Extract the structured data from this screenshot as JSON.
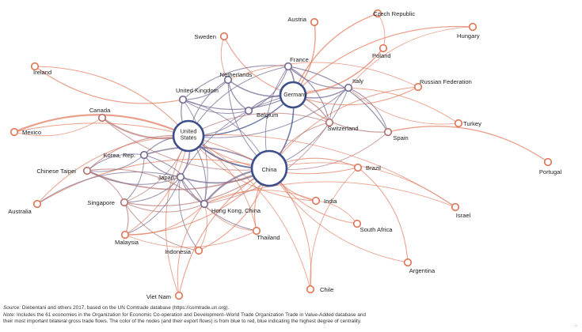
{
  "colors": {
    "blue_node": "#3d4f8a",
    "red_node": "#e0795b",
    "blue_edge": "#5a6aa8",
    "red_edge": "#e0795b",
    "mid_edge": "#9a7390"
  },
  "nodes": [
    {
      "id": "china",
      "label": "China",
      "tier": 3,
      "hub": true
    },
    {
      "id": "us",
      "label": "United States",
      "tier": 3,
      "hub": true
    },
    {
      "id": "germany",
      "label": "Germany",
      "tier": 3,
      "hub": true
    },
    {
      "id": "japan",
      "label": "Japan",
      "tier": 2
    },
    {
      "id": "hk",
      "label": "Hong Kong, China",
      "tier": 2
    },
    {
      "id": "korea",
      "label": "Korea, Rep.",
      "tier": 2
    },
    {
      "id": "netherlands",
      "label": "Netherlands",
      "tier": 2
    },
    {
      "id": "france",
      "label": "France",
      "tier": 2
    },
    {
      "id": "uk",
      "label": "United Kingdom",
      "tier": 2
    },
    {
      "id": "belgium",
      "label": "Belgium",
      "tier": 2
    },
    {
      "id": "italy",
      "label": "Italy",
      "tier": 2
    },
    {
      "id": "switzerland",
      "label": "Switzerland",
      "tier": 1
    },
    {
      "id": "spain",
      "label": "Spain",
      "tier": 1
    },
    {
      "id": "singapore",
      "label": "Singapore",
      "tier": 1
    },
    {
      "id": "taipei",
      "label": "Chinese Taipei",
      "tier": 1
    },
    {
      "id": "canada",
      "label": "Canada",
      "tier": 1
    },
    {
      "id": "mexico",
      "label": "Mexico",
      "tier": 0
    },
    {
      "id": "austria",
      "label": "Austria",
      "tier": 0
    },
    {
      "id": "czech",
      "label": "Czech Republic",
      "tier": 0
    },
    {
      "id": "hungary",
      "label": "Hungary",
      "tier": 0
    },
    {
      "id": "poland",
      "label": "Poland",
      "tier": 0
    },
    {
      "id": "sweden",
      "label": "Sweden",
      "tier": 0
    },
    {
      "id": "ireland",
      "label": "Ireland",
      "tier": 0
    },
    {
      "id": "russia",
      "label": "Russian Federation",
      "tier": 0
    },
    {
      "id": "turkey",
      "label": "Turkey",
      "tier": 0
    },
    {
      "id": "portugal",
      "label": "Portugal",
      "tier": 0
    },
    {
      "id": "brazil",
      "label": "Brazil",
      "tier": 0
    },
    {
      "id": "israel",
      "label": "Israel",
      "tier": 0
    },
    {
      "id": "india",
      "label": "India",
      "tier": 0
    },
    {
      "id": "southafrica",
      "label": "South Africa",
      "tier": 0
    },
    {
      "id": "argentina",
      "label": "Argentina",
      "tier": 0
    },
    {
      "id": "chile",
      "label": "Chile",
      "tier": 0
    },
    {
      "id": "thailand",
      "label": "Thailand",
      "tier": 0
    },
    {
      "id": "malaysia",
      "label": "Malaysia",
      "tier": 0
    },
    {
      "id": "indonesia",
      "label": "Indonesia",
      "tier": 0
    },
    {
      "id": "vietnam",
      "label": "Viet Nam",
      "tier": 0
    },
    {
      "id": "australia",
      "label": "Australia",
      "tier": 0
    }
  ],
  "edges": [
    [
      "mexico",
      "us",
      3.2
    ],
    [
      "canada",
      "us",
      2.8
    ],
    [
      "china",
      "us",
      2.6
    ],
    [
      "japan",
      "us",
      1.8
    ],
    [
      "korea",
      "us",
      1.4
    ],
    [
      "uk",
      "us",
      1.4
    ],
    [
      "germany",
      "us",
      1.6
    ],
    [
      "netherlands",
      "us",
      1.0
    ],
    [
      "taipei",
      "us",
      1.0
    ],
    [
      "hk",
      "us",
      1.0
    ],
    [
      "belgium",
      "us",
      0.8
    ],
    [
      "france",
      "us",
      0.9
    ],
    [
      "ireland",
      "us",
      1.0
    ],
    [
      "singapore",
      "us",
      0.8
    ],
    [
      "italy",
      "us",
      0.8
    ],
    [
      "switzerland",
      "us",
      0.8
    ],
    [
      "brazil",
      "us",
      0.8
    ],
    [
      "israel",
      "us",
      0.7
    ],
    [
      "australia",
      "us",
      0.7
    ],
    [
      "malaysia",
      "us",
      0.7
    ],
    [
      "vietnam",
      "us",
      0.7
    ],
    [
      "thailand",
      "us",
      0.7
    ],
    [
      "india",
      "us",
      0.7
    ],
    [
      "chile",
      "us",
      0.6
    ],
    [
      "hk",
      "china",
      3.2
    ],
    [
      "japan",
      "china",
      2.2
    ],
    [
      "korea",
      "china",
      2.2
    ],
    [
      "taipei",
      "china",
      2.0
    ],
    [
      "germany",
      "china",
      1.8
    ],
    [
      "singapore",
      "china",
      1.2
    ],
    [
      "australia",
      "china",
      1.2
    ],
    [
      "malaysia",
      "china",
      1.0
    ],
    [
      "thailand",
      "china",
      1.0
    ],
    [
      "indonesia",
      "china",
      1.0
    ],
    [
      "vietnam",
      "china",
      1.0
    ],
    [
      "brazil",
      "china",
      1.0
    ],
    [
      "india",
      "china",
      1.0
    ],
    [
      "netherlands",
      "china",
      0.9
    ],
    [
      "southafrica",
      "china",
      0.8
    ],
    [
      "chile",
      "china",
      0.8
    ],
    [
      "argentina",
      "china",
      0.7
    ],
    [
      "russia",
      "china",
      0.8
    ],
    [
      "uk",
      "china",
      0.8
    ],
    [
      "france",
      "china",
      0.8
    ],
    [
      "italy",
      "china",
      0.7
    ],
    [
      "canada",
      "china",
      0.8
    ],
    [
      "mexico",
      "china",
      0.8
    ],
    [
      "switzerland",
      "china",
      0.7
    ],
    [
      "spain",
      "china",
      0.6
    ],
    [
      "israel",
      "china",
      0.6
    ],
    [
      "france",
      "germany",
      2.0
    ],
    [
      "netherlands",
      "germany",
      2.0
    ],
    [
      "austria",
      "germany",
      1.5
    ],
    [
      "czech",
      "germany",
      1.6
    ],
    [
      "poland",
      "germany",
      1.6
    ],
    [
      "hungary",
      "germany",
      1.3
    ],
    [
      "italy",
      "germany",
      1.8
    ],
    [
      "uk",
      "germany",
      1.3
    ],
    [
      "belgium",
      "germany",
      1.5
    ],
    [
      "switzerland",
      "germany",
      1.4
    ],
    [
      "spain",
      "germany",
      1.2
    ],
    [
      "sweden",
      "germany",
      1.0
    ],
    [
      "russia",
      "germany",
      1.0
    ],
    [
      "turkey",
      "germany",
      0.8
    ],
    [
      "japan",
      "germany",
      0.7
    ],
    [
      "netherlands",
      "belgium",
      1.4
    ],
    [
      "france",
      "belgium",
      1.2
    ],
    [
      "france",
      "italy",
      1.2
    ],
    [
      "france",
      "spain",
      1.3
    ],
    [
      "portugal",
      "spain",
      1.4
    ],
    [
      "france",
      "switzerland",
      1.0
    ],
    [
      "italy",
      "switzerland",
      0.8
    ],
    [
      "italy",
      "spain",
      0.8
    ],
    [
      "france",
      "uk",
      1.0
    ],
    [
      "netherlands",
      "uk",
      1.0
    ],
    [
      "ireland",
      "uk",
      1.2
    ],
    [
      "belgium",
      "uk",
      0.8
    ],
    [
      "sweden",
      "netherlands",
      0.7
    ],
    [
      "japan",
      "korea",
      1.2
    ],
    [
      "japan",
      "hk",
      1.2
    ],
    [
      "japan",
      "taipei",
      1.0
    ],
    [
      "japan",
      "thailand",
      1.0
    ],
    [
      "japan",
      "singapore",
      0.8
    ],
    [
      "japan",
      "indonesia",
      0.8
    ],
    [
      "japan",
      "malaysia",
      0.8
    ],
    [
      "japan",
      "australia",
      0.8
    ],
    [
      "korea",
      "hk",
      1.0
    ],
    [
      "korea",
      "taipei",
      0.8
    ],
    [
      "korea",
      "singapore",
      0.8
    ],
    [
      "singapore",
      "hk",
      1.0
    ],
    [
      "singapore",
      "malaysia",
      1.2
    ],
    [
      "singapore",
      "indonesia",
      1.0
    ],
    [
      "taipei",
      "hk",
      1.2
    ],
    [
      "malaysia",
      "hk",
      0.7
    ],
    [
      "thailand",
      "hk",
      0.7
    ],
    [
      "indonesia",
      "hk",
      0.6
    ],
    [
      "vietnam",
      "hk",
      0.8
    ],
    [
      "malaysia",
      "thailand",
      0.6
    ],
    [
      "taipei",
      "singapore",
      0.8
    ],
    [
      "india",
      "hk",
      0.6
    ],
    [
      "switzerland",
      "hk",
      0.6
    ],
    [
      "israel",
      "hk",
      0.6
    ],
    [
      "uk",
      "hk",
      0.6
    ],
    [
      "argentina",
      "brazil",
      1.0
    ],
    [
      "chile",
      "brazil",
      0.6
    ],
    [
      "southafrica",
      "india",
      0.5
    ],
    [
      "korea",
      "taipei",
      0.6
    ],
    [
      "hungary",
      "italy",
      0.5
    ],
    [
      "czech",
      "poland",
      0.6
    ],
    [
      "russia",
      "netherlands",
      0.6
    ],
    [
      "turkey",
      "italy",
      0.5
    ],
    [
      "mexico",
      "canada",
      0.6
    ]
  ],
  "footer": {
    "source_lead": "Source:",
    "source_text": " Diebentani and others 2017, based on the UN Comtrade database (https://comtrade.un.org).",
    "note_lead": "Note:",
    "note_line1": " Includes the 61 economies in the Organization for Economic Co-operation and Development–World Trade Organization Trade in Value-Added database and",
    "note_line2": "their most important bilateral gross trade flows. The color of the nodes (and their export flows) is from blue to red, blue indicating the highest degree of centrality."
  }
}
